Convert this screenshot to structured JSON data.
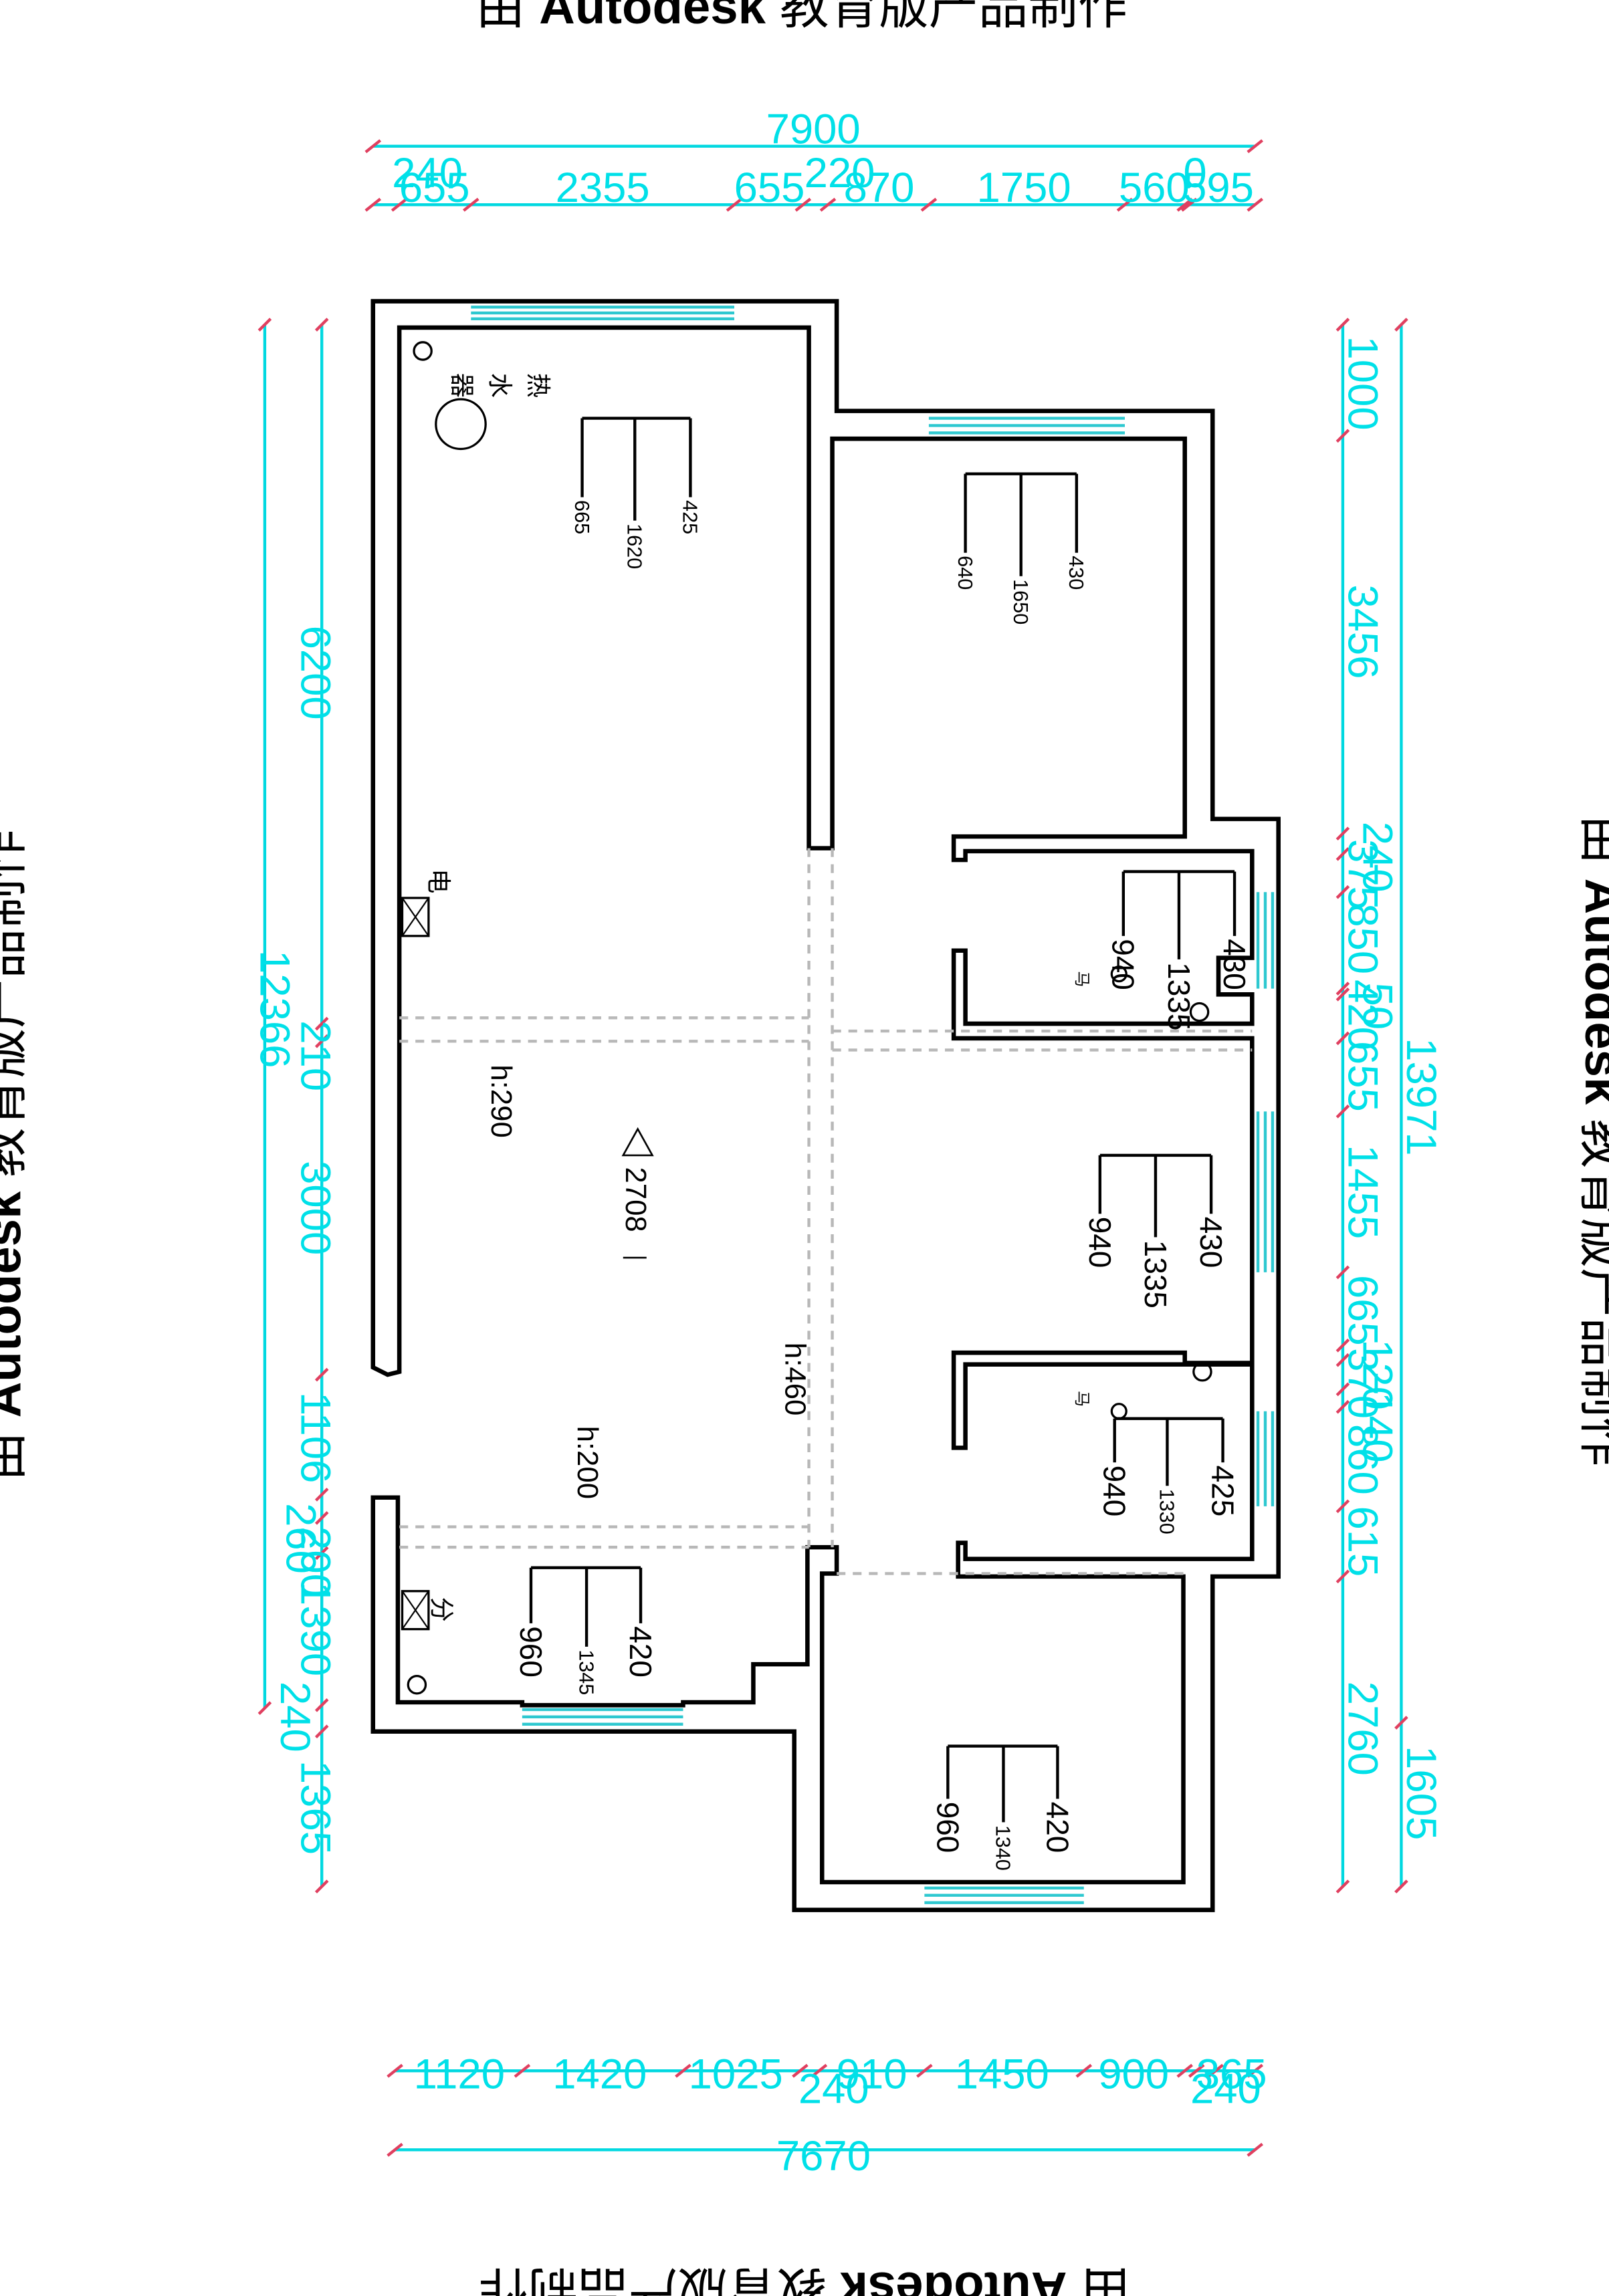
{
  "watermark": {
    "prefix": "由",
    "brand": "Autodesk",
    "suffix": "教育版产品制作"
  },
  "top_dimensions": {
    "total": "7900",
    "segments": [
      "240",
      "655",
      "2355",
      "655",
      "220",
      "870",
      "1750",
      "560",
      "0",
      "595"
    ]
  },
  "bottom_dimensions": {
    "total": "7670",
    "segments": [
      "1120",
      "1420",
      "1025",
      "240",
      "910",
      "1450",
      "900",
      "240",
      "365"
    ]
  },
  "left_dimensions": {
    "total": "12366",
    "segments": [
      "6200",
      "210",
      "3000",
      "1106",
      "260",
      "200",
      "1390",
      "240",
      "1365"
    ]
  },
  "right_dimensions": {
    "total": "13971",
    "sub_total": "1605",
    "segments": [
      "1000",
      "3456",
      "240",
      "375",
      "850",
      "50",
      "420",
      "655",
      "1455",
      "665",
      "120",
      "370",
      "140",
      "860",
      "615",
      "2760"
    ]
  },
  "room_labels": {
    "water_heater_1": "热",
    "water_heater_2": "水",
    "water_heater_3": "器",
    "electric": "电",
    "distribution": "分",
    "toilet_1": "马",
    "toilet_2": "马"
  },
  "heights": {
    "h290": "h:290",
    "h460": "h:460",
    "h200": "h:200",
    "level": "2708"
  },
  "fixture_trees": [
    {
      "left": "665",
      "mid": "1620",
      "right": "425"
    },
    {
      "left": "640",
      "mid": "1650",
      "right": "430"
    },
    {
      "left": "940",
      "mid": "1335",
      "right": "430"
    },
    {
      "left": "940",
      "mid": "1335",
      "right": "430"
    },
    {
      "left": "940",
      "mid": "1330",
      "right": "425"
    },
    {
      "left": "960",
      "mid": "1345",
      "right": "420"
    },
    {
      "left": "960",
      "mid": "1340",
      "right": "420"
    }
  ]
}
